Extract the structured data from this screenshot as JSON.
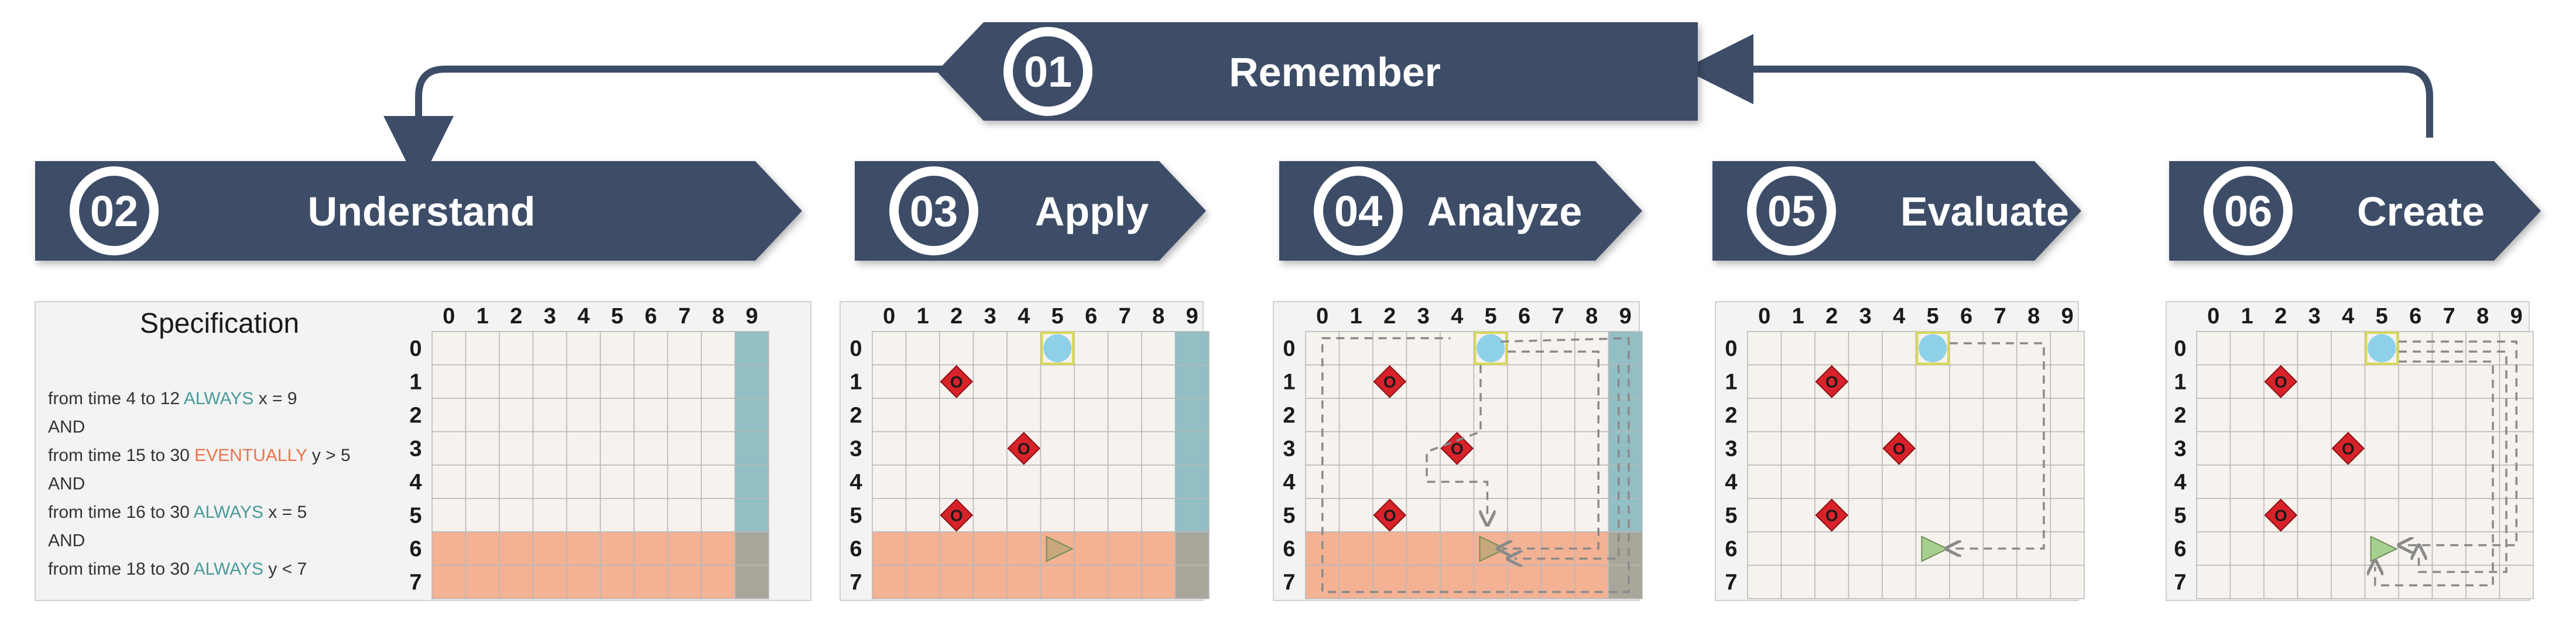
{
  "stages": [
    {
      "num": "01",
      "label": "Remember"
    },
    {
      "num": "02",
      "label": "Understand"
    },
    {
      "num": "03",
      "label": "Apply"
    },
    {
      "num": "04",
      "label": "Analyze"
    },
    {
      "num": "05",
      "label": "Evaluate"
    },
    {
      "num": "06",
      "label": "Create"
    }
  ],
  "grid": {
    "col_labels": [
      "0",
      "1",
      "2",
      "3",
      "4",
      "5",
      "6",
      "7",
      "8",
      "9"
    ],
    "row_labels": [
      "0",
      "1",
      "2",
      "3",
      "4",
      "5",
      "6",
      "7"
    ],
    "obstacle_label": "O",
    "obstacles": [
      [
        2,
        1
      ],
      [
        4,
        3
      ],
      [
        2,
        5
      ]
    ],
    "start": [
      5,
      0
    ],
    "goal": [
      5,
      6
    ],
    "target_column": 9,
    "target_rows": [
      6,
      7
    ]
  },
  "specification": {
    "title": "Specification",
    "lines": [
      {
        "pre": "from time 4 to 12 ",
        "kw": "ALWAYS",
        "kind": "always",
        "post": " x = 9"
      },
      {
        "pre": "AND",
        "kw": "",
        "kind": "",
        "post": ""
      },
      {
        "pre": "from time 15 to 30 ",
        "kw": "EVENTUALLY",
        "kind": "eventually",
        "post": " y > 5"
      },
      {
        "pre": "AND",
        "kw": "",
        "kind": "",
        "post": ""
      },
      {
        "pre": "from time 16 to 30 ",
        "kw": "ALWAYS",
        "kind": "always",
        "post": " x = 5"
      },
      {
        "pre": "AND",
        "kw": "",
        "kind": "",
        "post": ""
      },
      {
        "pre": "from time 18 to 30 ",
        "kw": "ALWAYS",
        "kind": "always",
        "post": " y < 7"
      }
    ]
  },
  "colors": {
    "banner": "#3d4d68",
    "banner_text": "#ffffff",
    "always": "#4a9a9a",
    "eventually": "#e9744a",
    "cell_bg": "#f6f2ee",
    "grid_line": "#b8b8b8",
    "target_col": "#93bec4",
    "target_row": "#f3b294",
    "overlap": "#a8a79a",
    "obstacle": "#d8222a",
    "start": "#8ed0e8",
    "start_border": "#d7d85a",
    "goal": "#a7cf8f",
    "path": "#8a8a8a"
  }
}
